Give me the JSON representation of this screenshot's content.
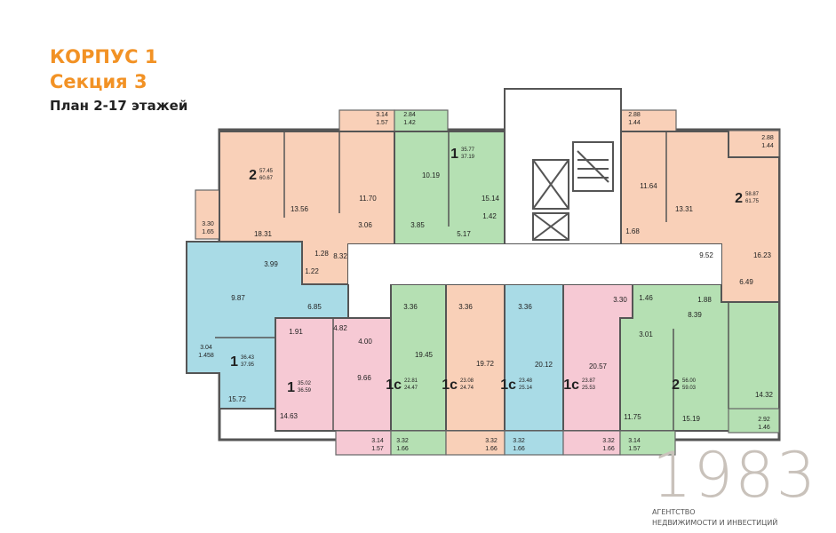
{
  "header": {
    "building": "КОРПУС 1",
    "section": "Секция 3",
    "plan": "План 2-17 этажей"
  },
  "colors": {
    "orange_apartment": "#f9d0b8",
    "green_apartment": "#b5e0b3",
    "blue_apartment": "#a9dbe6",
    "pink_apartment": "#f6c9d4",
    "title": "#f29225"
  },
  "apartments": [
    {
      "rooms": "2",
      "area": "57.45",
      "total": "60.67"
    },
    {
      "rooms": "1",
      "area": "35.77",
      "total": "37.19"
    },
    {
      "rooms": "2",
      "area": "58.87",
      "total": "61.75"
    },
    {
      "rooms": "1",
      "area": "36.43",
      "total": "37.95"
    },
    {
      "rooms": "1",
      "area": "35.02",
      "total": "36.59"
    },
    {
      "rooms": "1с",
      "area": "22.81",
      "total": "24.47"
    },
    {
      "rooms": "1с",
      "area": "23.08",
      "total": "24.74"
    },
    {
      "rooms": "1с",
      "area": "23.48",
      "total": "25.14"
    },
    {
      "rooms": "1с",
      "area": "23.87",
      "total": "25.53"
    },
    {
      "rooms": "2",
      "area": "56.00",
      "total": "59.03"
    }
  ],
  "rooms": [
    "13.56",
    "18.31",
    "11.70",
    "3.06",
    "8.32",
    "1.28",
    "1.22",
    "10.19",
    "3.85",
    "15.14",
    "1.42",
    "5.17",
    "11.64",
    "1.68",
    "13.31",
    "9.52",
    "16.23",
    "6.49",
    "3.99",
    "9.87",
    "6.85",
    "15.72",
    "4.82",
    "1.91",
    "4.00",
    "9.66",
    "14.63",
    "3.36",
    "19.45",
    "3.36",
    "19.72",
    "3.36",
    "20.12",
    "3.30",
    "1.46",
    "20.57",
    "1.88",
    "8.39",
    "3.01",
    "11.75",
    "15.19",
    "14.32"
  ],
  "balconies": [
    {
      "a": "3.14",
      "b": "1.57"
    },
    {
      "a": "2.84",
      "b": "1.42"
    },
    {
      "a": "2.88",
      "b": "1.44"
    },
    {
      "a": "2.88",
      "b": "1.44"
    },
    {
      "a": "3.30",
      "b": "1.65"
    },
    {
      "a": "3.04",
      "b": "1.458"
    },
    {
      "a": "3.14",
      "b": "1.57"
    },
    {
      "a": "3.32",
      "b": "1.66"
    },
    {
      "a": "3.32",
      "b": "1.66"
    },
    {
      "a": "3.32",
      "b": "1.66"
    },
    {
      "a": "3.32",
      "b": "1.66"
    },
    {
      "a": "3.14",
      "b": "1.57"
    },
    {
      "a": "2.92",
      "b": "1.46"
    }
  ],
  "logo": {
    "number": "1983",
    "line1": "АГЕНТСТВО",
    "line2": "НЕДВИЖИМОСТИ И ИНВЕСТИЦИЙ"
  }
}
